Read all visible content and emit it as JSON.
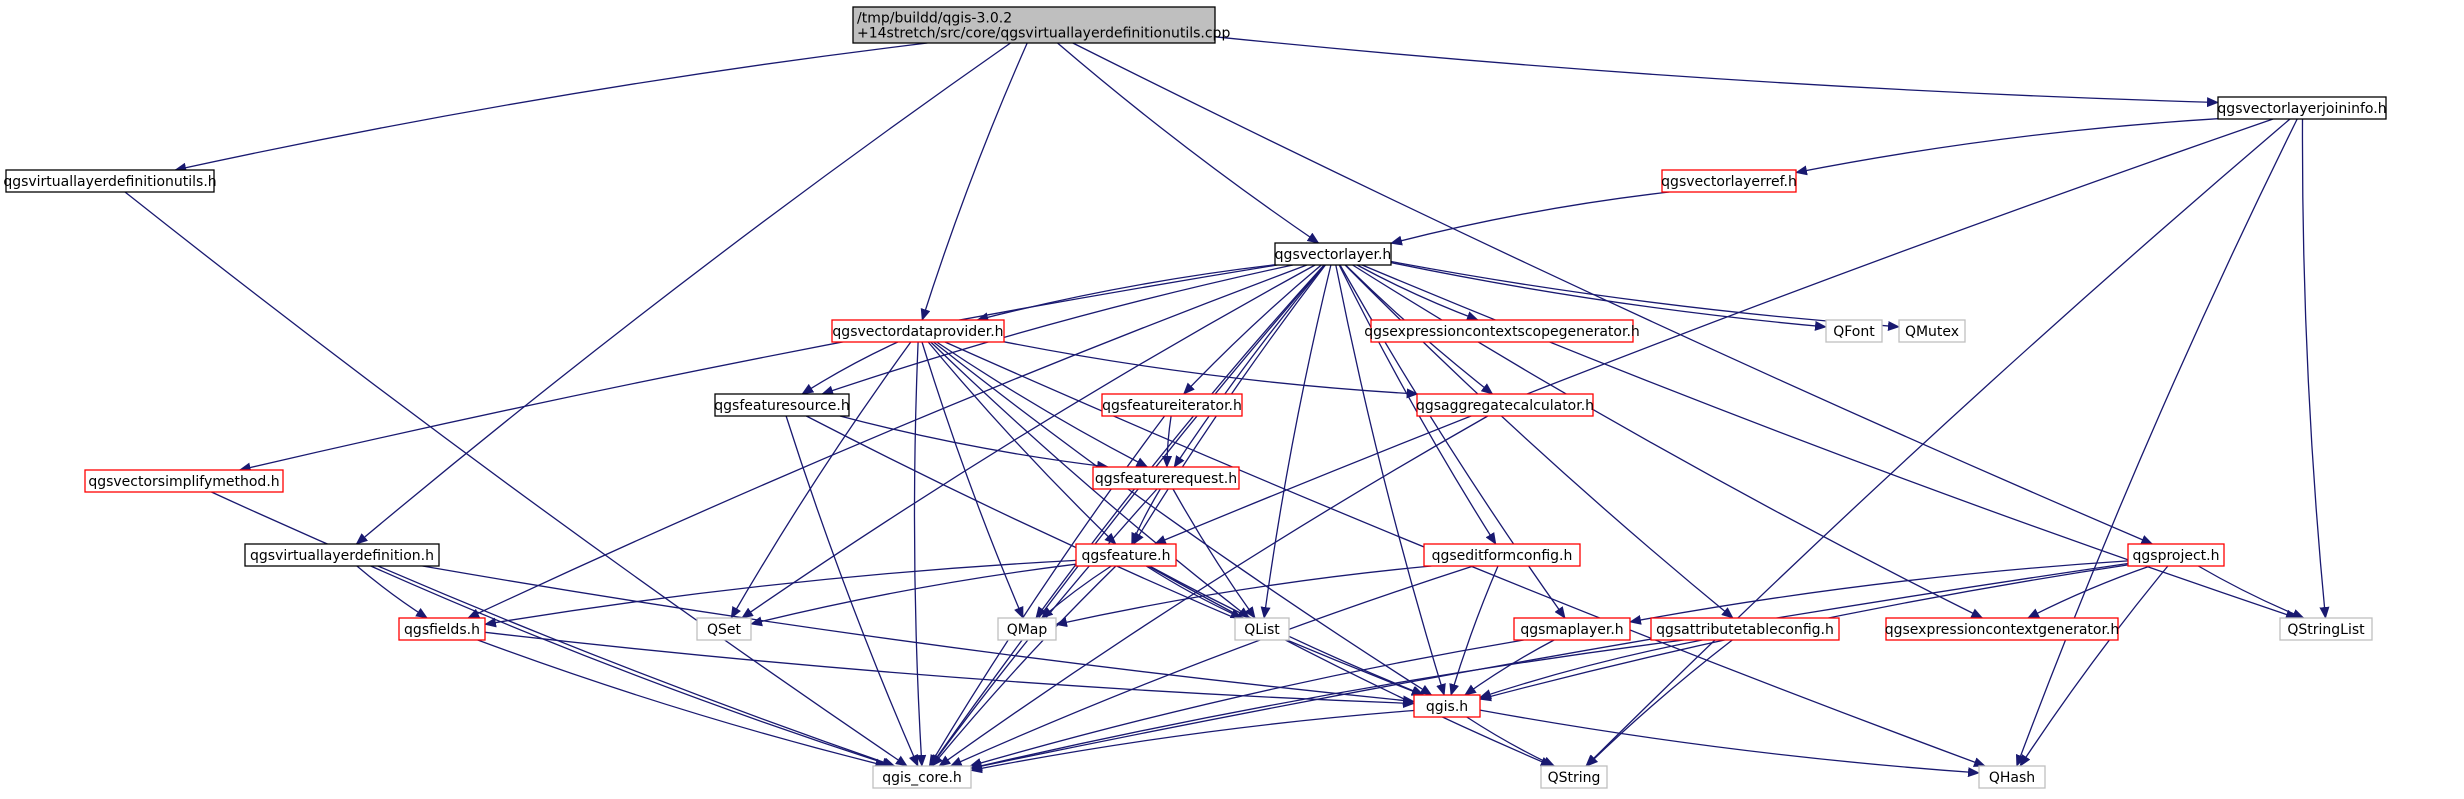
{
  "colors": {
    "edge": "#191970",
    "local_border": "#000000",
    "incomplete_border": "#ff0000",
    "external_border": "#bfbfbf",
    "root_fill": "#bfbfbf",
    "fill": "#ffffff",
    "text": "#000000"
  },
  "nodes": [
    {
      "id": "root",
      "lines": [
        "/tmp/buildd/qgis-3.0.2",
        "+14stretch/src/core/qgsvirtuallayerdefinitionutils.cpp"
      ],
      "style": "root"
    },
    {
      "id": "vldu",
      "lines": [
        "qgsvirtuallayerdefinitionutils.h"
      ],
      "style": "local"
    },
    {
      "id": "vlji",
      "lines": [
        "qgsvectorlayerjoininfo.h"
      ],
      "style": "local"
    },
    {
      "id": "vlref",
      "lines": [
        "qgsvectorlayerref.h"
      ],
      "style": "incomplete"
    },
    {
      "id": "vl",
      "lines": [
        "qgsvectorlayer.h"
      ],
      "style": "local"
    },
    {
      "id": "vdp",
      "lines": [
        "qgsvectordataprovider.h"
      ],
      "style": "incomplete"
    },
    {
      "id": "ecsg",
      "lines": [
        "qgsexpressioncontextscopegenerator.h"
      ],
      "style": "incomplete"
    },
    {
      "id": "qfont",
      "lines": [
        "QFont"
      ],
      "style": "external"
    },
    {
      "id": "qmutex",
      "lines": [
        "QMutex"
      ],
      "style": "external"
    },
    {
      "id": "fsrc",
      "lines": [
        "qgsfeaturesource.h"
      ],
      "style": "local"
    },
    {
      "id": "fit",
      "lines": [
        "qgsfeatureiterator.h"
      ],
      "style": "incomplete"
    },
    {
      "id": "aggc",
      "lines": [
        "qgsaggregatecalculator.h"
      ],
      "style": "incomplete"
    },
    {
      "id": "vsm",
      "lines": [
        "qgsvectorsimplifymethod.h"
      ],
      "style": "incomplete"
    },
    {
      "id": "freq",
      "lines": [
        "qgsfeaturerequest.h"
      ],
      "style": "incomplete"
    },
    {
      "id": "vld",
      "lines": [
        "qgsvirtuallayerdefinition.h"
      ],
      "style": "local"
    },
    {
      "id": "feat",
      "lines": [
        "qgsfeature.h"
      ],
      "style": "incomplete"
    },
    {
      "id": "efc",
      "lines": [
        "qgseditformconfig.h"
      ],
      "style": "incomplete"
    },
    {
      "id": "proj",
      "lines": [
        "qgsproject.h"
      ],
      "style": "incomplete"
    },
    {
      "id": "fields",
      "lines": [
        "qgsfields.h"
      ],
      "style": "incomplete"
    },
    {
      "id": "qset",
      "lines": [
        "QSet"
      ],
      "style": "external"
    },
    {
      "id": "qmap",
      "lines": [
        "QMap"
      ],
      "style": "external"
    },
    {
      "id": "qlist",
      "lines": [
        "QList"
      ],
      "style": "external"
    },
    {
      "id": "mlayer",
      "lines": [
        "qgsmaplayer.h"
      ],
      "style": "incomplete"
    },
    {
      "id": "attc",
      "lines": [
        "qgsattributetableconfig.h"
      ],
      "style": "incomplete"
    },
    {
      "id": "ecg",
      "lines": [
        "qgsexpressioncontextgenerator.h"
      ],
      "style": "incomplete"
    },
    {
      "id": "qsl",
      "lines": [
        "QStringList"
      ],
      "style": "external"
    },
    {
      "id": "qgis",
      "lines": [
        "qgis.h"
      ],
      "style": "incomplete"
    },
    {
      "id": "core",
      "lines": [
        "qgis_core.h"
      ],
      "style": "external"
    },
    {
      "id": "qstring",
      "lines": [
        "QString"
      ],
      "style": "external"
    },
    {
      "id": "qhash",
      "lines": [
        "QHash"
      ],
      "style": "external"
    }
  ],
  "edges": [
    [
      "root",
      "vldu"
    ],
    [
      "root",
      "vld"
    ],
    [
      "root",
      "vdp"
    ],
    [
      "root",
      "vl"
    ],
    [
      "root",
      "proj"
    ],
    [
      "root",
      "vlji"
    ],
    [
      "vldu",
      "core"
    ],
    [
      "vlji",
      "vlref"
    ],
    [
      "vlji",
      "feat"
    ],
    [
      "vlji",
      "qsl"
    ],
    [
      "vlji",
      "qstring"
    ],
    [
      "vlji",
      "qhash"
    ],
    [
      "vlref",
      "vl"
    ],
    [
      "vl",
      "vdp"
    ],
    [
      "vl",
      "ecsg"
    ],
    [
      "vl",
      "qfont"
    ],
    [
      "vl",
      "qmutex"
    ],
    [
      "vl",
      "fsrc"
    ],
    [
      "vl",
      "fit"
    ],
    [
      "vl",
      "aggc"
    ],
    [
      "vl",
      "vsm"
    ],
    [
      "vl",
      "freq"
    ],
    [
      "vl",
      "feat"
    ],
    [
      "vl",
      "efc"
    ],
    [
      "vl",
      "fields"
    ],
    [
      "vl",
      "qset"
    ],
    [
      "vl",
      "qmap"
    ],
    [
      "vl",
      "qlist"
    ],
    [
      "vl",
      "mlayer"
    ],
    [
      "vl",
      "attc"
    ],
    [
      "vl",
      "ecg"
    ],
    [
      "vl",
      "qsl"
    ],
    [
      "vl",
      "qgis"
    ],
    [
      "vl",
      "core"
    ],
    [
      "vdp",
      "fsrc"
    ],
    [
      "vdp",
      "aggc"
    ],
    [
      "vdp",
      "freq"
    ],
    [
      "vdp",
      "feat"
    ],
    [
      "vdp",
      "qset"
    ],
    [
      "vdp",
      "qmap"
    ],
    [
      "vdp",
      "qlist"
    ],
    [
      "vdp",
      "qgis"
    ],
    [
      "vdp",
      "core"
    ],
    [
      "vdp",
      "qhash"
    ],
    [
      "fsrc",
      "freq"
    ],
    [
      "fsrc",
      "qgis"
    ],
    [
      "fsrc",
      "core"
    ],
    [
      "fit",
      "freq"
    ],
    [
      "fit",
      "core"
    ],
    [
      "aggc",
      "core"
    ],
    [
      "vsm",
      "core"
    ],
    [
      "freq",
      "feat"
    ],
    [
      "freq",
      "qlist"
    ],
    [
      "freq",
      "core"
    ],
    [
      "vld",
      "fields"
    ],
    [
      "vld",
      "qgis"
    ],
    [
      "vld",
      "core"
    ],
    [
      "feat",
      "fields"
    ],
    [
      "feat",
      "qset"
    ],
    [
      "feat",
      "qmap"
    ],
    [
      "feat",
      "qlist"
    ],
    [
      "feat",
      "qgis"
    ],
    [
      "feat",
      "core"
    ],
    [
      "feat",
      "qstring"
    ],
    [
      "efc",
      "qmap"
    ],
    [
      "efc",
      "qgis"
    ],
    [
      "efc",
      "core"
    ],
    [
      "proj",
      "mlayer"
    ],
    [
      "proj",
      "ecg"
    ],
    [
      "proj",
      "qsl"
    ],
    [
      "proj",
      "qgis"
    ],
    [
      "proj",
      "core"
    ],
    [
      "proj",
      "qhash"
    ],
    [
      "fields",
      "qgis"
    ],
    [
      "fields",
      "core"
    ],
    [
      "mlayer",
      "qgis"
    ],
    [
      "mlayer",
      "core"
    ],
    [
      "attc",
      "qgis"
    ],
    [
      "attc",
      "core"
    ],
    [
      "attc",
      "qstring"
    ],
    [
      "qgis",
      "core"
    ],
    [
      "qgis",
      "qstring"
    ],
    [
      "qgis",
      "qhash"
    ]
  ]
}
